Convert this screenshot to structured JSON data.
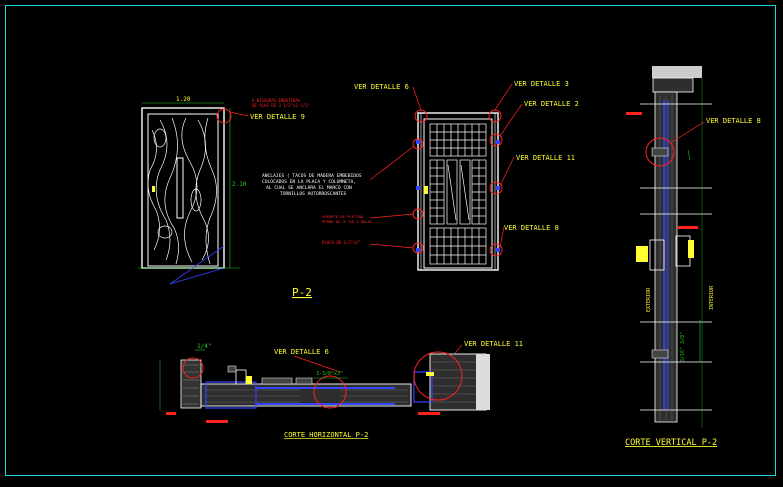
{
  "colors": {
    "background": "#000000",
    "frame": "#19d8e0",
    "outline": "#ffffff",
    "wood": "#3a3a3a",
    "glass": "#2a4aff",
    "callout": "#ff2020",
    "label": "#ffff33",
    "note": "#ffffff",
    "dim": "#22cc22",
    "blue": "#3344ff"
  },
  "labels": {
    "detail_9": "VER DETALLE 9",
    "detail_6_top": "VER DETALLE 6",
    "detail_3": "VER DETALLE 3",
    "detail_2": "VER DETALLE 2",
    "detail_11_right": "VER DETALLE 11",
    "detail_8_right": "VER DETALLE 8",
    "detail_8_vertical": "VER DETALLE 8",
    "detail_6_horizontal": "VER DETALLE 6",
    "detail_11_horizontal": "VER DETALLE 11",
    "door_title": "P-2",
    "section_h_title": "CORTE HORIZONTAL P-2",
    "section_v_title": "CORTE VERTICAL P-2",
    "dim_width": "1.20",
    "dim_height": "2.10",
    "dim_quarter": "1/4\"",
    "dim_a": "3-3/8\"x3\"",
    "dim_b": "3/16\" 3/8\"",
    "side_exterior": "EXTERIOR",
    "side_interior": "INTERIOR"
  },
  "notes": {
    "anchor_line1": "ANCLAJES ( TACOS DE MADERA EMBEBIDOS",
    "anchor_line2": "COLOCADOS EN LA PLACA Y COLUMNETA,",
    "anchor_line3": "AL CUAL SE ANCLARA EL MARCO CON",
    "anchor_line4": "TORNILLOS AUTORROSCANTES",
    "hinge_note": "A BISAGRAS EMBUTIDAS",
    "hinge_note2": "DE ALAS DE 3 1/2\"x3 1/2\"",
    "pin_note": "SOPORTE DE PLETINA",
    "pin_note2": "PERNO DE 3\" DE 2 BOLAS",
    "plank_note": "PLACA DE 1/2\"x2\""
  }
}
